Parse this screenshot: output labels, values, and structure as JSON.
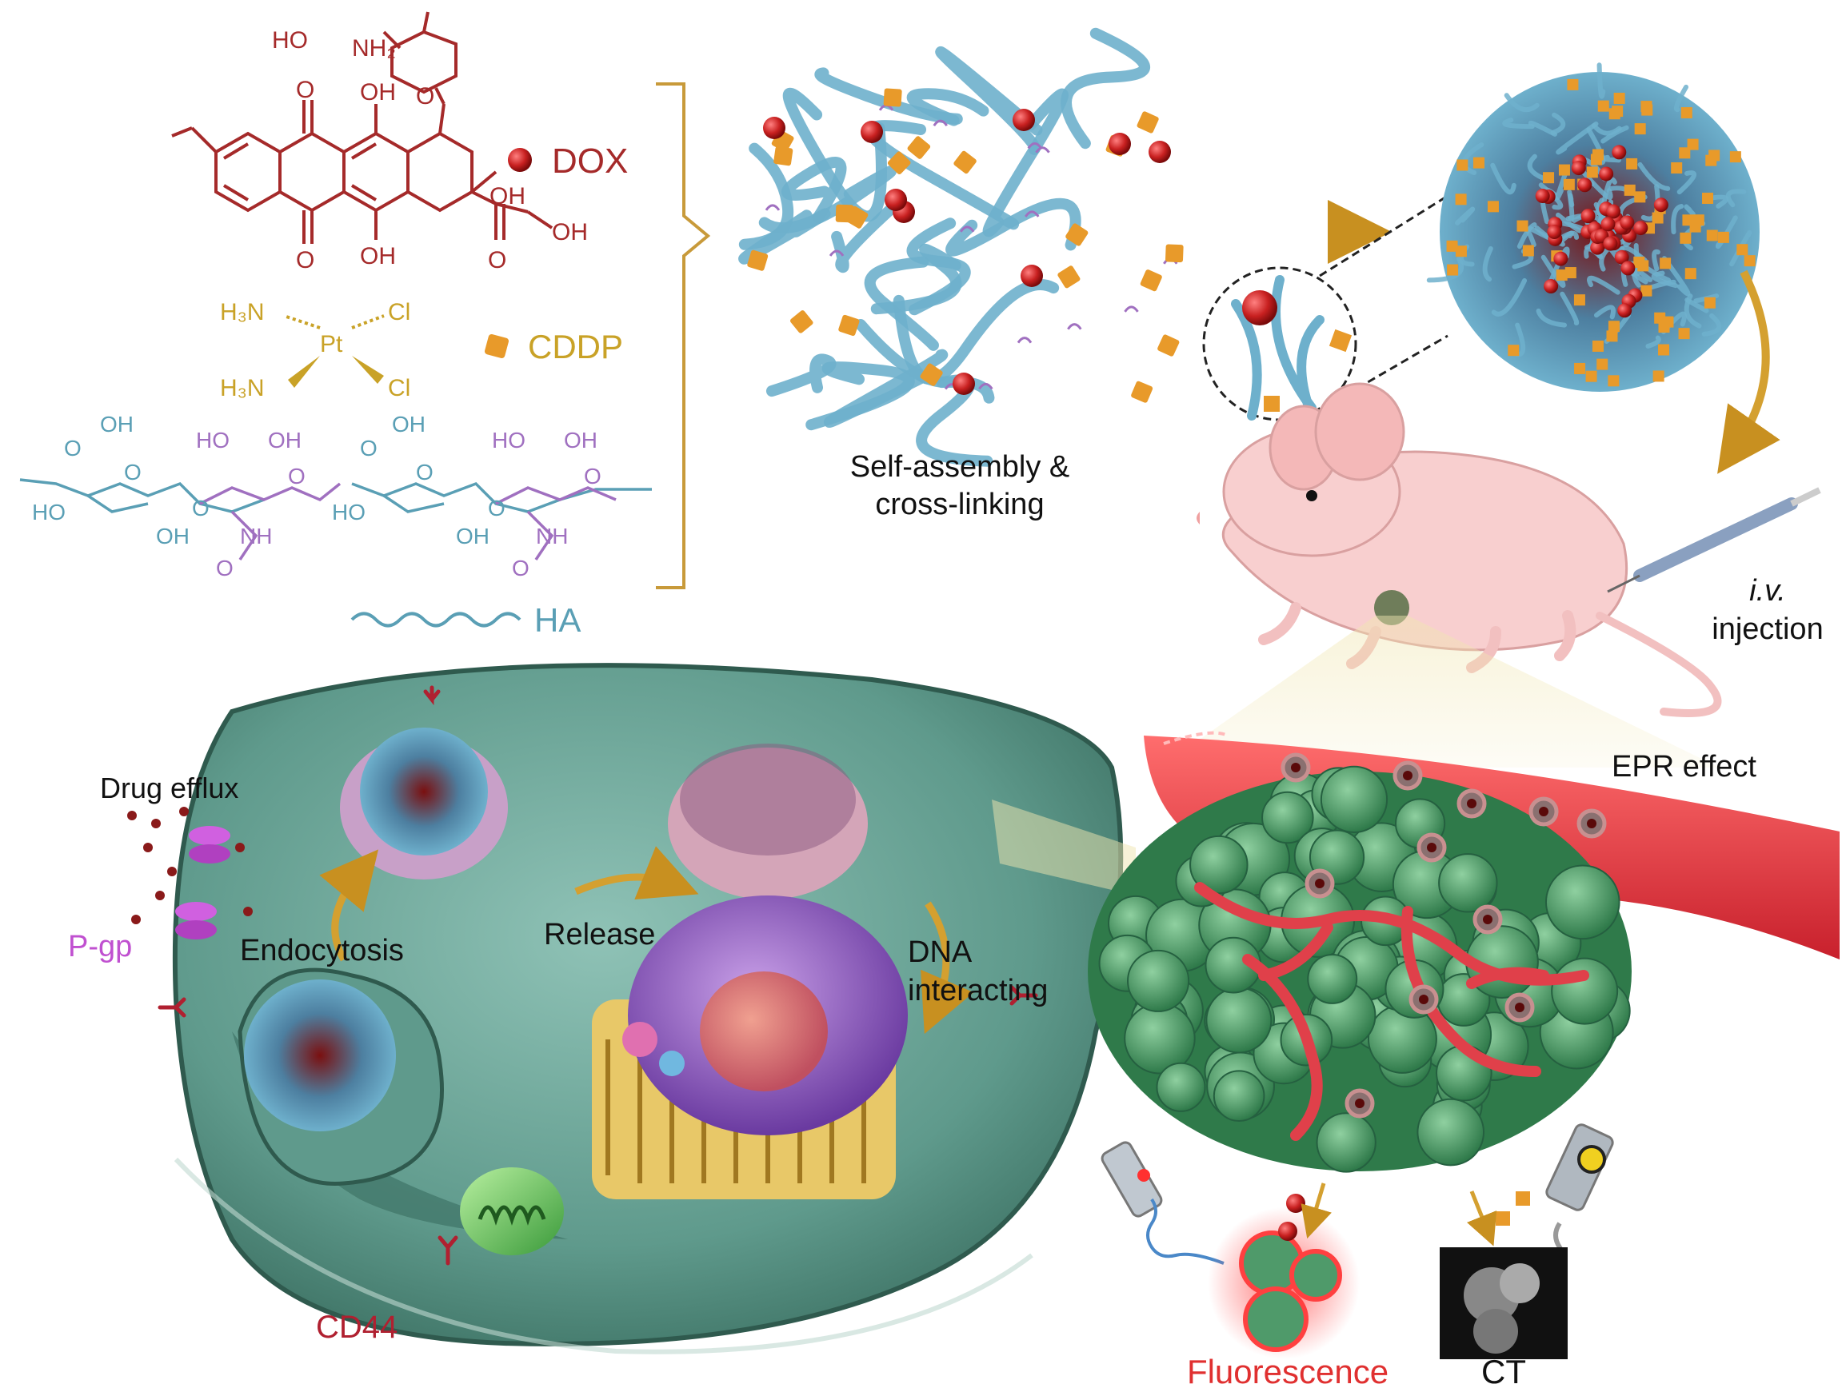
{
  "colors": {
    "dox": "#a52a2a",
    "cddp": "#c9a227",
    "ha": "#5a9fb5",
    "ha_purple": "#a070c0",
    "cell": "#5f9a8c",
    "tumor": "#4f9a6a",
    "vessel": "#e0404a",
    "fluor": "#e03030",
    "accent_gold": "#d4a030",
    "text": "#111111"
  },
  "legend": {
    "dox": "DOX",
    "cddp": "CDDP",
    "ha": "HA"
  },
  "chem": {
    "dox_groups": [
      "HO",
      "NH₂",
      "O",
      "O",
      "OH",
      "OH",
      "OH",
      "O",
      "OH",
      "O"
    ],
    "cddp_groups": [
      "H₃N",
      "Cl",
      "Pt",
      "H₃N",
      "Cl"
    ],
    "ha_groups": [
      "OH",
      "O",
      "O",
      "HO",
      "OH",
      "O",
      "OH",
      "O",
      "O",
      "HO",
      "OH",
      "O",
      "HO",
      "O",
      "OH",
      "NH",
      "O",
      "HO",
      "O",
      "OH",
      "NH",
      "O"
    ]
  },
  "labels": {
    "self_assembly_1": "Self-assembly &",
    "self_assembly_2": "cross-linking",
    "iv_1": "i.v.",
    "iv_2": "injection",
    "epr": "EPR effect",
    "drug_efflux": "Drug efflux",
    "pgp": "P-gp",
    "endocytosis": "Endocytosis",
    "release": "Release",
    "dna_1": "DNA",
    "dna_2": "interacting",
    "cd44": "CD44",
    "fluorescence": "Fluorescence",
    "ct": "CT"
  }
}
